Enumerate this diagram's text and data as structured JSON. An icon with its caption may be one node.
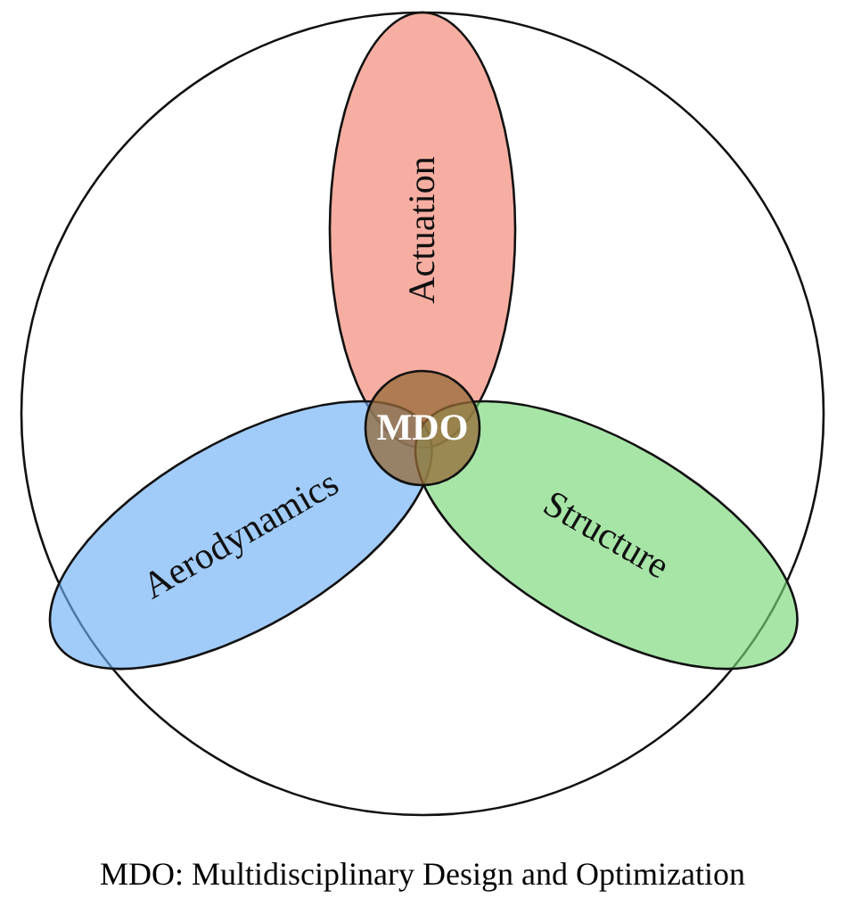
{
  "diagram": {
    "caption": "MDO: Multidisciplinary Design and Optimization",
    "nodes": [
      {
        "text": [],
        "shape": "circle"
      },
      {
        "text": [
          "Actuation"
        ],
        "in": 0
      },
      {
        "text": [
          "Aerodynamics"
        ],
        "in": 0
      },
      {
        "text": [
          "Structure"
        ],
        "in": 0
      },
      {
        "text": [
          "MDO"
        ],
        "in": 0
      }
    ]
  }
}
